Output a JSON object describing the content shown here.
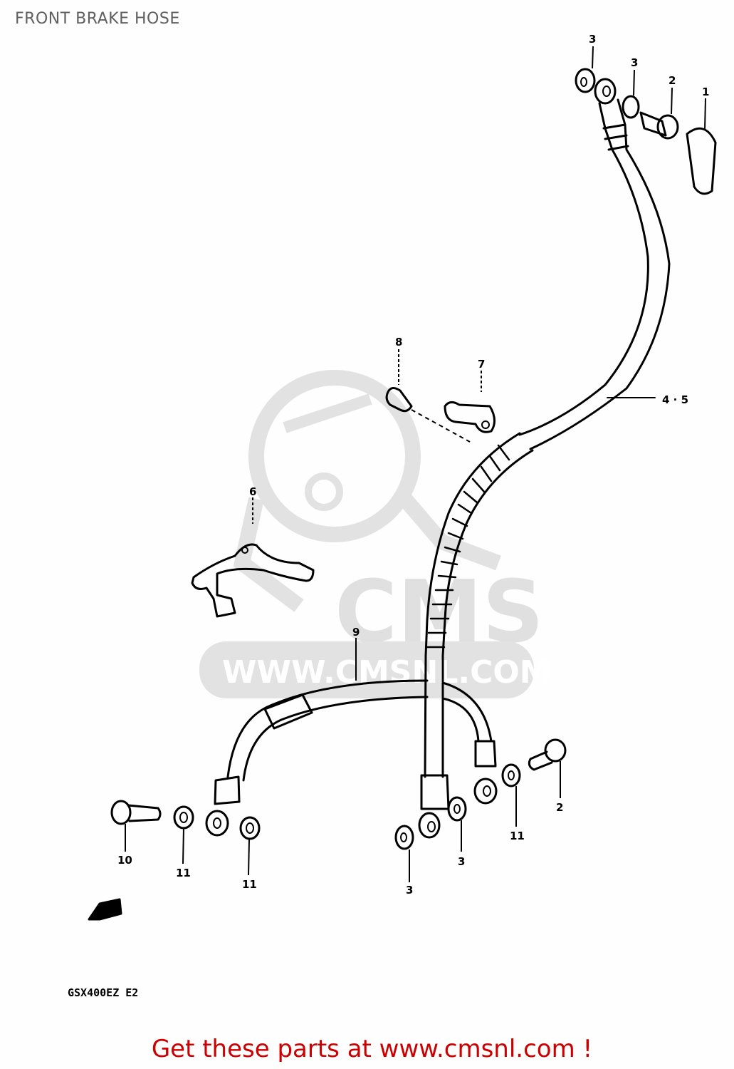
{
  "title": "FRONT BRAKE HOSE",
  "watermark": {
    "logo_text": "CMS",
    "url_text": "WWW.CMSNL.COM",
    "color": "#e0e0e0"
  },
  "callouts": [
    {
      "id": "c3a",
      "label": "3",
      "part": "washer"
    },
    {
      "id": "c3b",
      "label": "3",
      "part": "washer"
    },
    {
      "id": "c2a",
      "label": "2",
      "part": "union bolt"
    },
    {
      "id": "c1",
      "label": "1",
      "part": "cap"
    },
    {
      "id": "c45",
      "label": "4 · 5",
      "part": "brake hose upper"
    },
    {
      "id": "c8",
      "label": "8",
      "part": "bolt"
    },
    {
      "id": "c7",
      "label": "7",
      "part": "hose clamp"
    },
    {
      "id": "c6",
      "label": "6",
      "part": "bracket"
    },
    {
      "id": "c9",
      "label": "9",
      "part": "brake hose lower (joint)"
    },
    {
      "id": "c10",
      "label": "10",
      "part": "union bolt"
    },
    {
      "id": "c11a",
      "label": "11",
      "part": "washer"
    },
    {
      "id": "c11b",
      "label": "11",
      "part": "washer"
    },
    {
      "id": "c3c",
      "label": "3",
      "part": "washer"
    },
    {
      "id": "c3d",
      "label": "3",
      "part": "washer"
    },
    {
      "id": "c11c",
      "label": "11",
      "part": "washer"
    },
    {
      "id": "c2b",
      "label": "2",
      "part": "union bolt"
    }
  ],
  "model_code": "GSX400EZ  E2",
  "footer": {
    "text": "Get these parts at www.cmsnl.com !",
    "color": "#cc0000"
  }
}
